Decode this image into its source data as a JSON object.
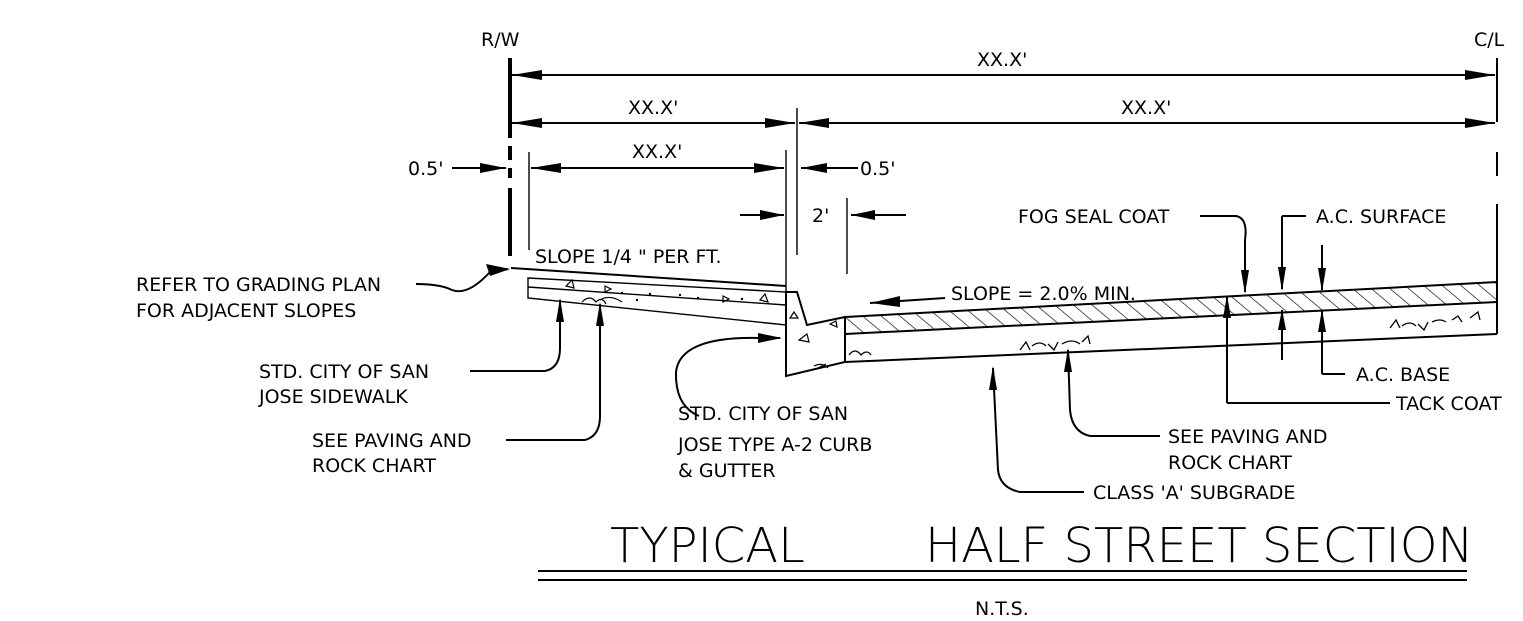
{
  "labels": {
    "rw": "R/W",
    "cl": "C/L",
    "dim_overall": "XX.X'",
    "dim_left": "XX.X'",
    "dim_right": "XX.X'",
    "dim_sidewalk": "XX.X'",
    "dim_half_ft_left": "0.5'",
    "dim_half_ft_right": "0.5'",
    "dim_two_ft": "2'",
    "slope_sidewalk": "SLOPE  1/4 \" PER FT.",
    "slope_pavement": "SLOPE = 2.0% MIN.",
    "fog_seal": "FOG SEAL COAT",
    "ac_surface": "A.C. SURFACE",
    "ac_base": "A.C. BASE",
    "tack_coat": "TACK COAT",
    "grading_1": "REFER TO GRADING PLAN",
    "grading_2": "FOR ADJACENT SLOPES",
    "sidewalk_1": "STD. CITY OF SAN",
    "sidewalk_2": "JOSE SIDEWALK",
    "paving_left_1": "SEE PAVING AND",
    "paving_left_2": "ROCK CHART",
    "curb_1": "STD. CITY OF SAN",
    "curb_2": "JOSE  TYPE A-2 CURB",
    "curb_3": "& GUTTER",
    "paving_right_1": "SEE PAVING AND",
    "paving_right_2": "ROCK CHART",
    "subgrade": "CLASS 'A' SUBGRADE",
    "title_left": "TYPICAL",
    "title_right": "HALF  STREET  SECTION",
    "scale": "N.T.S."
  }
}
